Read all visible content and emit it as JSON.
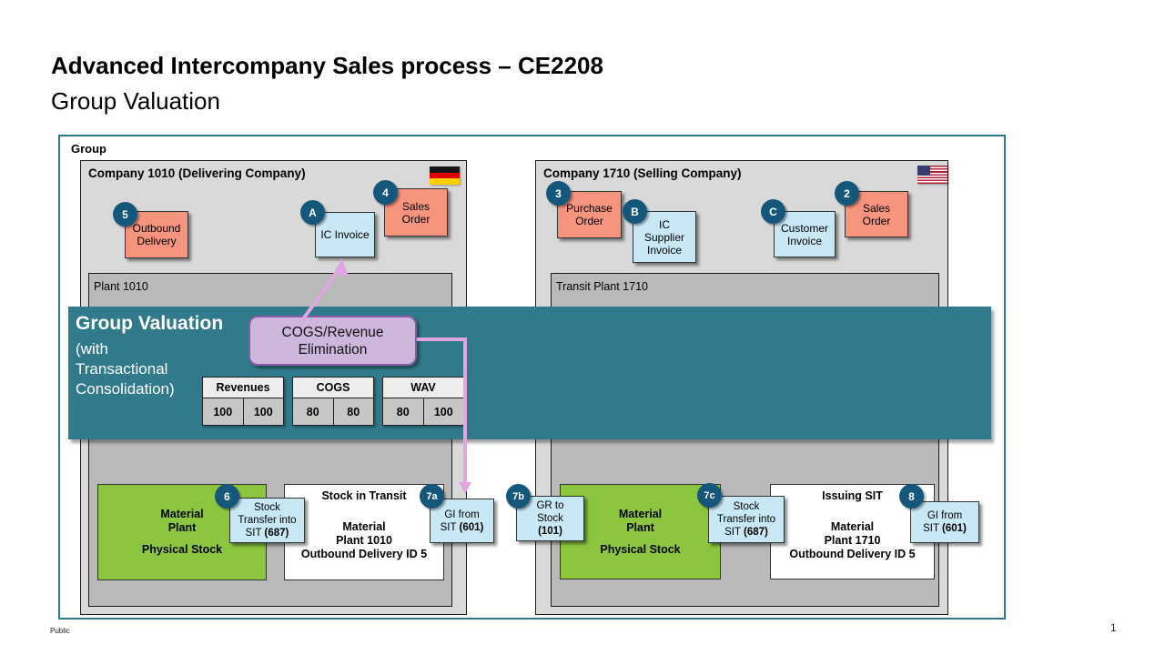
{
  "slide": {
    "title": "Advanced Intercompany Sales process – CE2208",
    "subtitle": "Group Valuation",
    "footer_left": "Public",
    "page_number": "1"
  },
  "group": {
    "label": "Group"
  },
  "company1010": {
    "header": "Company 1010 (Delivering Company)",
    "flag": "germany-flag",
    "plant_label": "Plant 1010",
    "docs": {
      "outbound_delivery": {
        "step": "5",
        "lines": [
          "Outbound",
          "Delivery"
        ]
      },
      "ic_invoice": {
        "step": "A",
        "lines": [
          "IC Invoice"
        ]
      },
      "sales_order": {
        "step": "4",
        "lines": [
          "Sales",
          "Order"
        ]
      }
    },
    "material_plant": {
      "title_lines": [
        "Material",
        "Plant"
      ],
      "stock_label": "Physical Stock"
    },
    "stock_in_transit": {
      "header": "Stock in Transit",
      "lines": [
        "Material",
        "Plant 1010",
        "Outbound Delivery ID 5"
      ]
    },
    "actions": {
      "stock_transfer": {
        "step": "6",
        "lines": [
          "Stock",
          "Transfer into"
        ],
        "tail": "SIT ",
        "code": "(687)"
      },
      "gi_from_sit": {
        "step": "7a",
        "lines": [
          "GI from"
        ],
        "tail": "SIT ",
        "code": "(601)"
      }
    }
  },
  "company1710": {
    "header": "Company 1710 (Selling Company)",
    "flag": "usa-flag",
    "plant_label": "Transit Plant 1710",
    "docs": {
      "purchase_order": {
        "step": "3",
        "lines": [
          "Purchase",
          "Order"
        ]
      },
      "ic_supplier_invoice": {
        "step": "B",
        "lines": [
          "IC",
          "Supplier",
          "Invoice"
        ]
      },
      "customer_invoice": {
        "step": "C",
        "lines": [
          "Customer",
          "Invoice"
        ]
      },
      "sales_order": {
        "step": "2",
        "lines": [
          "Sales",
          "Order"
        ]
      }
    },
    "gr_to_stock": {
      "step": "7b",
      "lines": [
        "GR to",
        "Stock"
      ],
      "tail": "",
      "code": "(101)"
    },
    "material_plant": {
      "title_lines": [
        "Material",
        "Plant"
      ],
      "stock_label": "Physical Stock"
    },
    "issuing_sit": {
      "header": "Issuing SIT",
      "lines": [
        "Material",
        "Plant 1710",
        "Outbound Delivery ID 5"
      ]
    },
    "actions": {
      "stock_transfer": {
        "step": "7c",
        "lines": [
          "Stock",
          "Transfer into"
        ],
        "tail": "SIT ",
        "code": "(687)"
      },
      "gi_from_sit": {
        "step": "8",
        "lines": [
          "GI from"
        ],
        "tail": "SIT ",
        "code": "(601)"
      }
    }
  },
  "band": {
    "title": "Group Valuation",
    "subtitle_lines": [
      "(with",
      "Transactional",
      "Consolidation)"
    ],
    "elimination_label": "COGS/Revenue Elimination",
    "tables": [
      {
        "header": "Revenues",
        "values": [
          "100",
          "100"
        ]
      },
      {
        "header": "COGS",
        "values": [
          "80",
          "80"
        ]
      },
      {
        "header": "WAV",
        "values": [
          "80",
          "100"
        ]
      }
    ]
  },
  "colors": {
    "band_teal": "#317A8C",
    "circle_teal": "#15577A",
    "salmon": "#F6947D",
    "light_blue": "#C9E8F6",
    "green": "#8CC63F",
    "elimination_fill": "#CDB7DC",
    "elimination_border": "#8A5CA8",
    "connector_purple": "#DFA6E0",
    "company_gray": "#D9D9D9",
    "plant_gray": "#B9B9B9",
    "group_border": "#2B7A8C"
  }
}
